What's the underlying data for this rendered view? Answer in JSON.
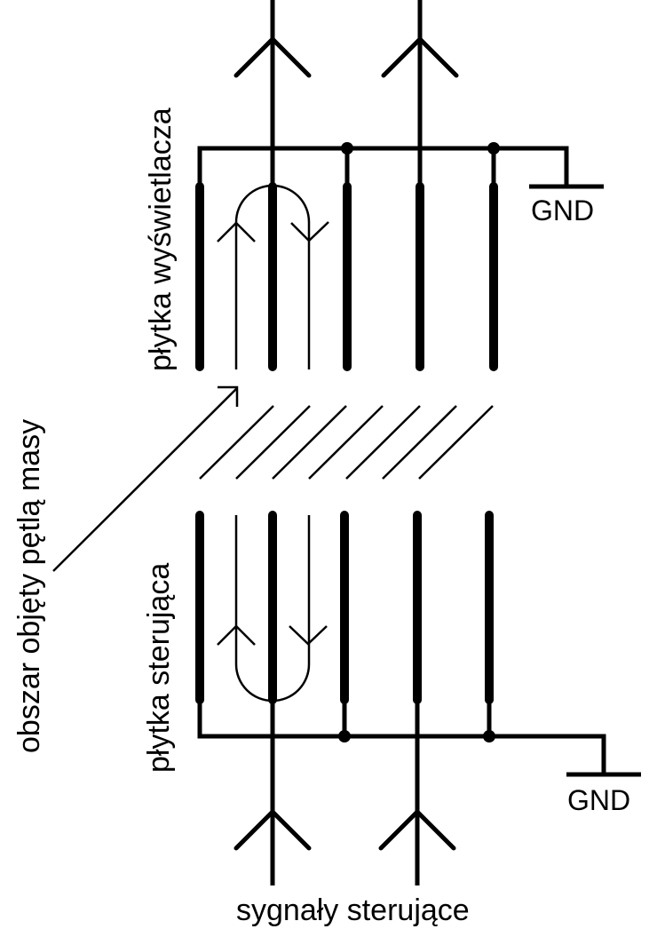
{
  "labels": {
    "top_board": "płytka wyświetlacza",
    "bottom_board": "płytka sterująca",
    "loop_area": "obszar objęty pętlą masy",
    "control_signals": "sygnały sterujące",
    "gnd_top": "GND",
    "gnd_bottom": "GND"
  },
  "conductors": {
    "count": 5,
    "signal_lines": 2,
    "ground_lines": 3
  },
  "colors": {
    "stroke": "#000000",
    "background": "#ffffff"
  }
}
